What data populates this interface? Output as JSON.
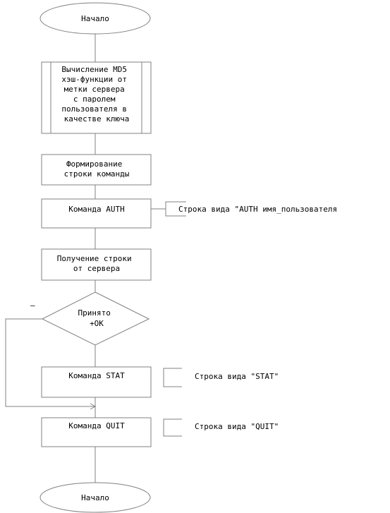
{
  "start": {
    "label": "Начало"
  },
  "step_md5": {
    "lines": [
      "Вычисление MD5",
      "хэш-функции от",
      "метки сервера",
      "с паролем",
      "пользователя в",
      "качестве ключа"
    ]
  },
  "step_build": {
    "lines": [
      "Формирование",
      "строки команды"
    ]
  },
  "step_auth": {
    "label": "Команда AUTH"
  },
  "note_auth": {
    "label": "Строка вида \"AUTH имя_пользователя"
  },
  "step_receive": {
    "lines": [
      "Получение строки",
      "от сервера"
    ]
  },
  "decision": {
    "lines": [
      "Принято",
      "+OK"
    ],
    "no_branch_label": "–"
  },
  "step_stat": {
    "label": "Команда STAT"
  },
  "note_stat": {
    "label": "Строка вида \"STAT\""
  },
  "step_quit": {
    "label": "Команда QUIT"
  },
  "note_quit": {
    "label": "Строка вида \"QUIT\""
  },
  "end": {
    "label": "Начало"
  }
}
